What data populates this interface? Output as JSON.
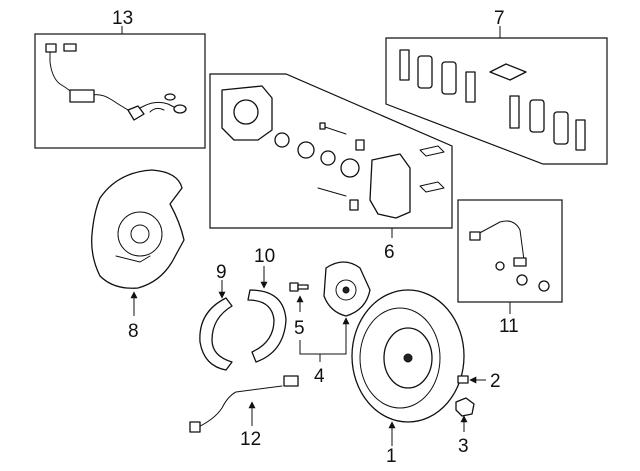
{
  "diagram": {
    "callouts": {
      "c1": "1",
      "c2": "2",
      "c3": "3",
      "c4": "4",
      "c5": "5",
      "c6": "6",
      "c7": "7",
      "c8": "8",
      "c9": "9",
      "c10": "10",
      "c11": "11",
      "c12": "12",
      "c13": "13"
    }
  }
}
